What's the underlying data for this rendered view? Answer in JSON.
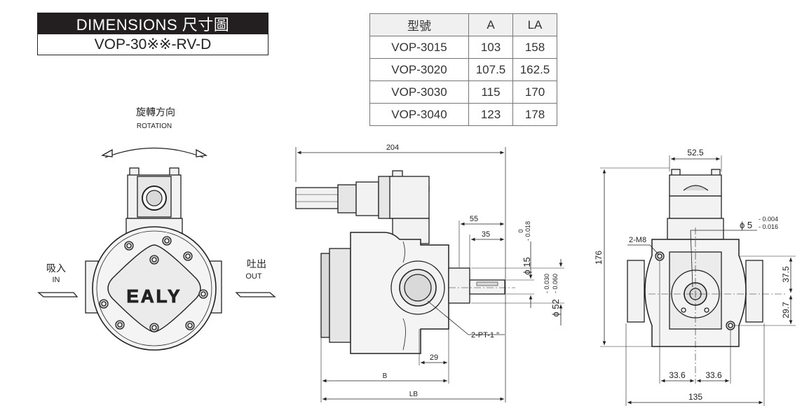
{
  "header": {
    "title": "DIMENSIONS 尺寸圖",
    "model": "VOP-30※※-RV-D"
  },
  "spec_table": {
    "headers": [
      "型號",
      "A",
      "LA"
    ],
    "rows": [
      [
        "VOP-3015",
        "103",
        "158"
      ],
      [
        "VOP-3020",
        "107.5",
        "162.5"
      ],
      [
        "VOP-3030",
        "115",
        "170"
      ],
      [
        "VOP-3040",
        "123",
        "178"
      ]
    ]
  },
  "front_view": {
    "rotation_cn": "旋轉方向",
    "rotation_en": "ROTATION",
    "in_cn": "吸入",
    "in_en": "IN",
    "out_cn": "吐出",
    "out_en": "OUT",
    "logo": "EALY"
  },
  "side_view": {
    "dim_204": "204",
    "dim_55": "55",
    "dim_35": "35",
    "dim_29": "29",
    "dim_b": "B",
    "dim_lb": "LB",
    "port_label": "2-PT-1 \"",
    "shaft_dia": "ϕ 15",
    "shaft_tol_upper": "0",
    "shaft_tol_lower": "- 0.018",
    "pilot_dia": "ϕ 52",
    "pilot_tol_upper": "- 0.030",
    "pilot_tol_lower": "- 0.060"
  },
  "rear_view": {
    "dim_52_5": "52.5",
    "dim_176": "176",
    "dim_37_5": "37.5",
    "dim_29_7": "29.7",
    "dim_33_6_left": "33.6",
    "dim_33_6_right": "33.6",
    "dim_135": "135",
    "bolt_label": "2-M8",
    "pin_dia": "ϕ 5",
    "pin_tol_upper": "- 0.004",
    "pin_tol_lower": "- 0.016"
  },
  "colors": {
    "line": "#222222",
    "body_fill": "#f2f2f2",
    "shade": "#d9d9d9"
  }
}
